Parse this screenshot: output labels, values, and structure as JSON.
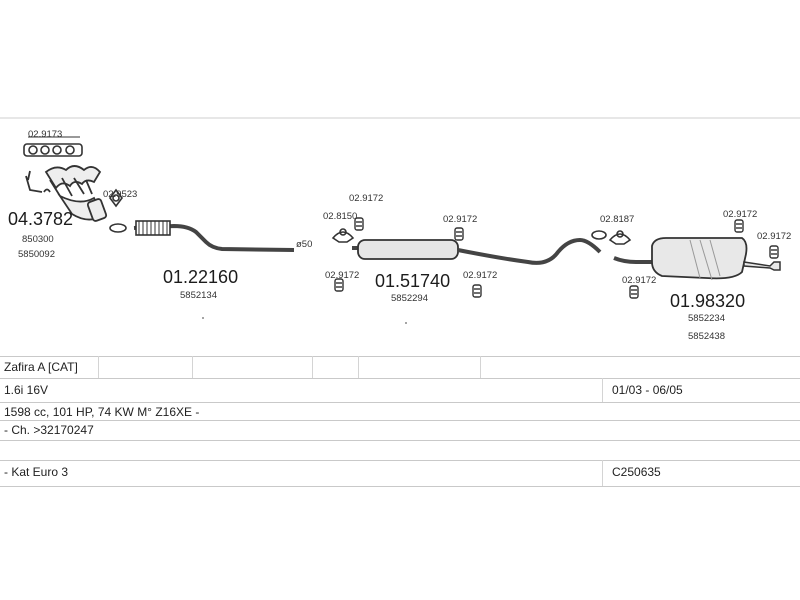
{
  "parts": {
    "p1": {
      "code": "04.3782",
      "ref1": "850300",
      "ref2": "5850092"
    },
    "p2": {
      "code": "01.22160",
      "ref1": "5852134"
    },
    "p3": {
      "code": "01.51740",
      "ref1": "5852294"
    },
    "p4": {
      "code": "01.98320",
      "ref1": "5852234",
      "ref2": "5852438"
    }
  },
  "fittings": {
    "gasket_top": "02.9173",
    "clamp_left": "02.9523",
    "hanger_a": "02.9172",
    "clamp_mid": "02.8150",
    "hanger_b": "02.9172",
    "hanger_c": "02.9172",
    "hanger_d": "02.9172",
    "clamp_right": "02.8187",
    "hanger_e": "02.9172",
    "hanger_f": "02.9172",
    "hanger_g": "02.9172"
  },
  "pipe_diameter": "ø50",
  "vehicle": {
    "model": "Zafira A  [CAT]",
    "engine": "1.6i 16V",
    "date_range": "01/03 - 06/05",
    "spec": "1598 cc, 101 HP, 74 KW M° Z16XE -",
    "chassis": "- Ch. >32170247",
    "emission": "- Kat Euro 3",
    "catalog_code": "C250635"
  }
}
